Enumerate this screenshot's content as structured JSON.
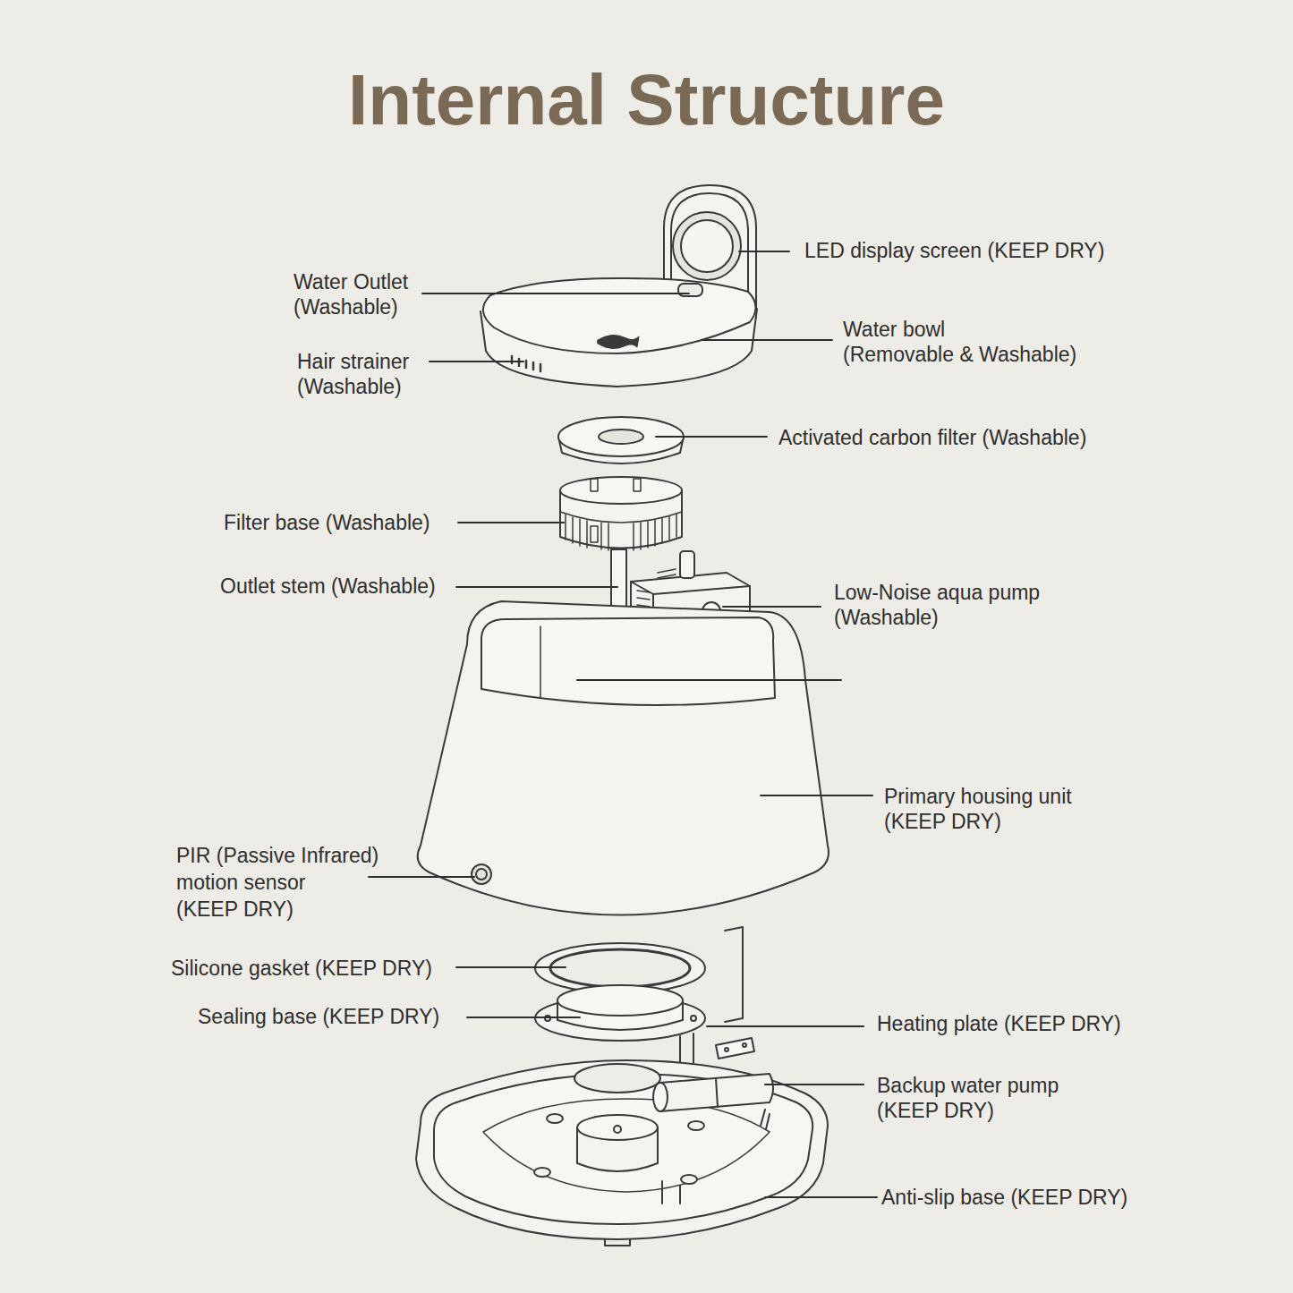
{
  "diagram": {
    "title": "Internal Structure",
    "labels": [
      "LED display screen (KEEP DRY)",
      "Water Outlet",
      "(Washable)",
      "Water bowl",
      "(Removable & Washable)",
      "Hair strainer",
      "(Washable)",
      "Activated carbon filter (Washable)",
      "Filter base (Washable)",
      "Outlet stem (Washable)",
      "Low-Noise aqua pump",
      "(Washable)",
      "Primary housing unit",
      "(KEEP DRY)",
      "PIR (Passive Infrared)",
      "motion sensor",
      "(KEEP DRY)",
      "Silicone gasket (KEEP DRY)",
      "Sealing base (KEEP DRY)",
      "Heating plate (KEEP DRY)",
      "Backup water pump",
      "(KEEP DRY)",
      "Anti-slip base (KEEP DRY)"
    ]
  }
}
